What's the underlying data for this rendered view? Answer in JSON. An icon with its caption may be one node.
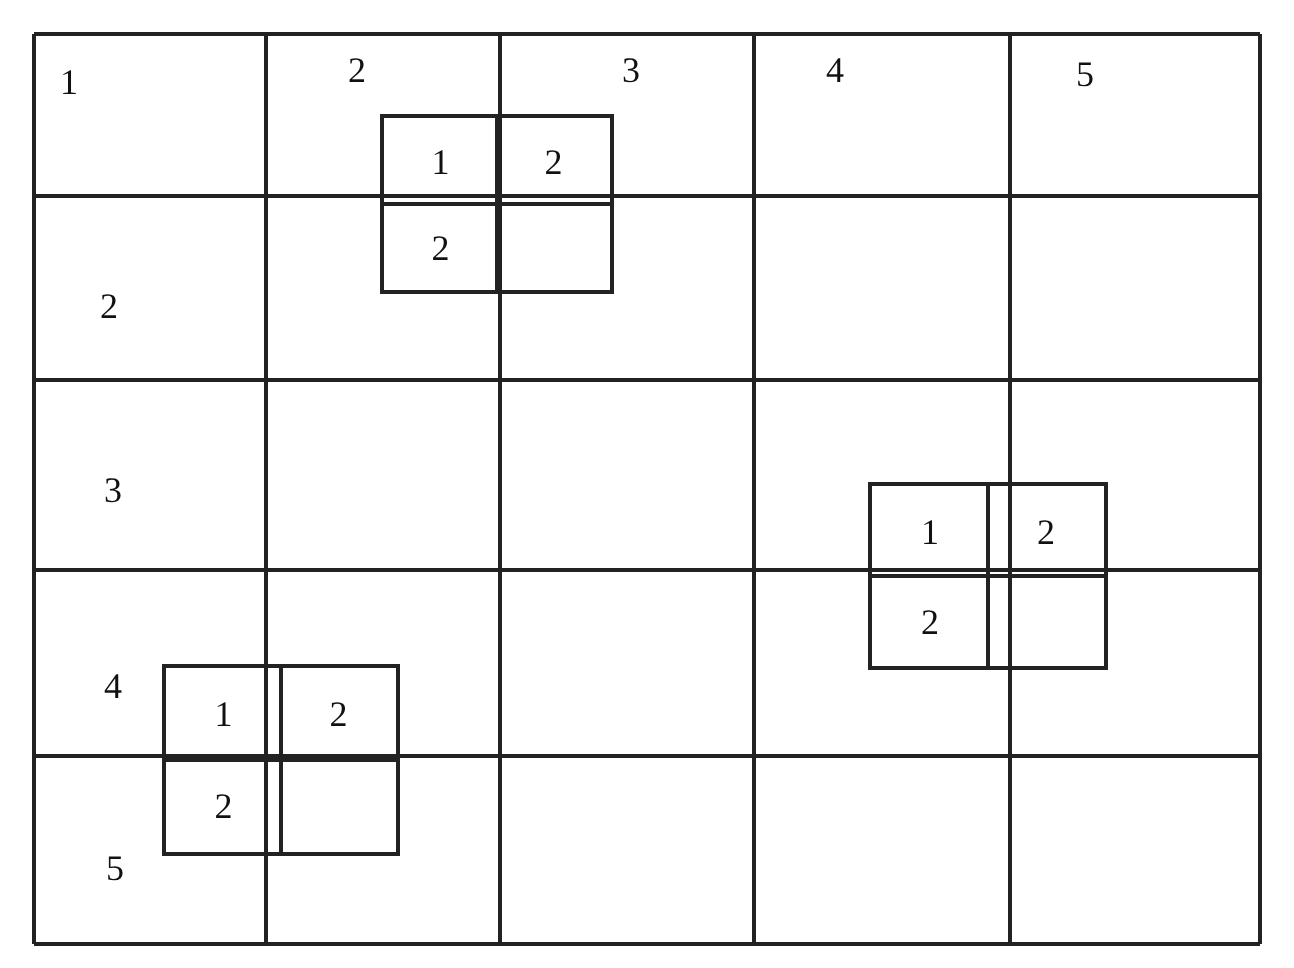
{
  "diagram": {
    "nodes": [
      {
        "text": [
          "1",
          "2",
          "2"
        ]
      },
      {
        "text": [
          "1",
          "2",
          "2"
        ]
      },
      {
        "text": [
          "1",
          "2",
          "2"
        ]
      }
    ],
    "labels": [
      "1",
      "2",
      "3",
      "4",
      "5",
      "2",
      "3",
      "4",
      "5"
    ]
  }
}
